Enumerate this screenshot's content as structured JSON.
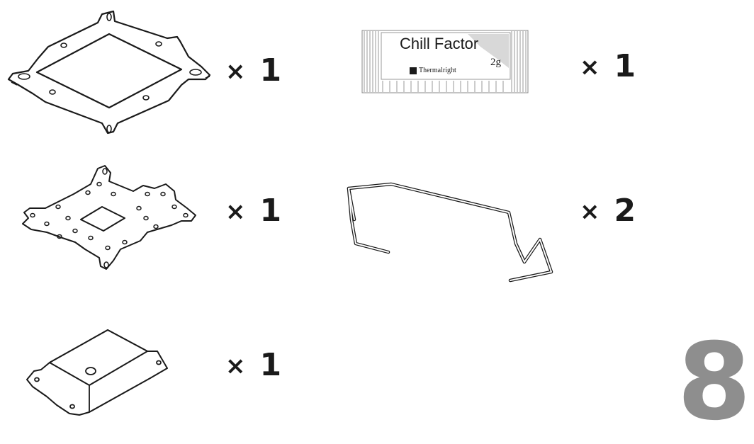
{
  "items": [
    {
      "name": "Backplate frame",
      "multiplier": "×",
      "count": "1"
    },
    {
      "name": "Chill Factor thermal paste",
      "multiplier": "×",
      "count": "1"
    },
    {
      "name": "Mounting bracket",
      "multiplier": "×",
      "count": "1"
    },
    {
      "name": "Fan wire clips",
      "multiplier": "×",
      "count": "2"
    },
    {
      "name": "Cover plate",
      "multiplier": "×",
      "count": "1"
    }
  ],
  "paste_packet": {
    "title": "Chill Factor",
    "brand": "Thermalright",
    "weight": "2g"
  },
  "page_number": "8",
  "colors": {
    "ink": "#1a1a1a",
    "page_number": "#8e8e8e",
    "packet_bg": "#e6e6e6"
  }
}
